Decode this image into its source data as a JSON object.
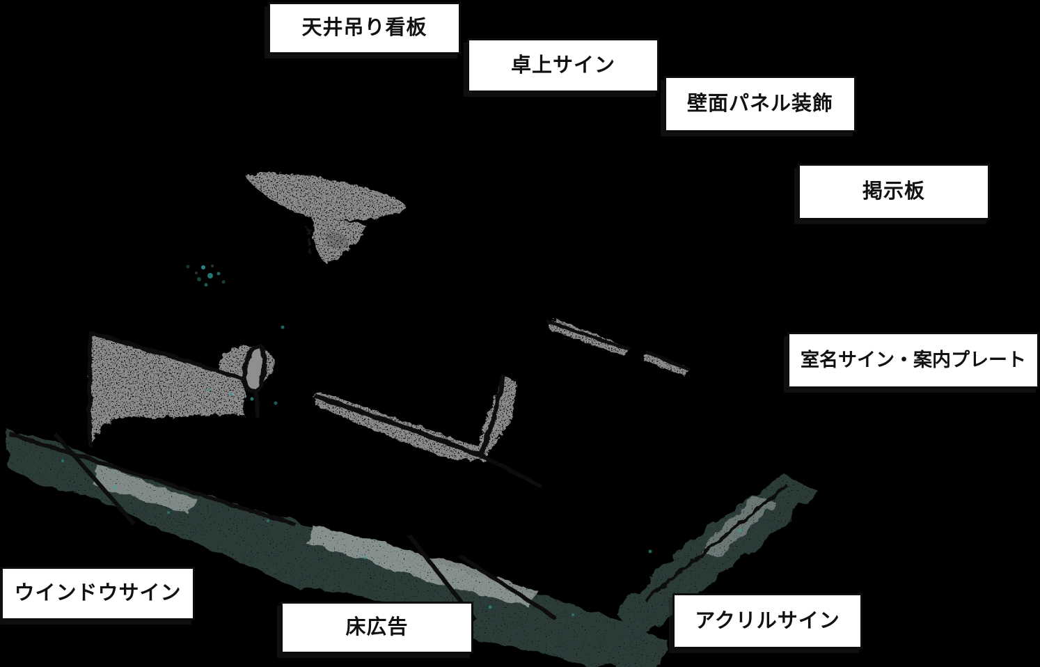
{
  "diagram": {
    "labels": [
      {
        "id": "ceiling-hanging-sign",
        "text": "天井吊り看板"
      },
      {
        "id": "tabletop-sign",
        "text": "卓上サイン"
      },
      {
        "id": "wall-panel-decoration",
        "text": "壁面パネル装飾"
      },
      {
        "id": "bulletin-board",
        "text": "掲示板"
      },
      {
        "id": "room-name-sign-guide-plate",
        "text": "室名サイン・案内プレート"
      },
      {
        "id": "window-sign",
        "text": "ウインドウサイン"
      },
      {
        "id": "floor-ad",
        "text": "床広告"
      },
      {
        "id": "acrylic-sign",
        "text": "アクリルサイン"
      }
    ],
    "colors": {
      "background": "#000000",
      "label_bg": "#ffffff",
      "label_border": "#0d0d0d",
      "label_text": "#111111",
      "sketch_gray": "#8d8d8d",
      "sketch_teal": "#2c3a39",
      "sketch_light": "#96a09d",
      "sketch_line": "#0b0b0b",
      "accent_teal": "#2fa8a0"
    }
  }
}
